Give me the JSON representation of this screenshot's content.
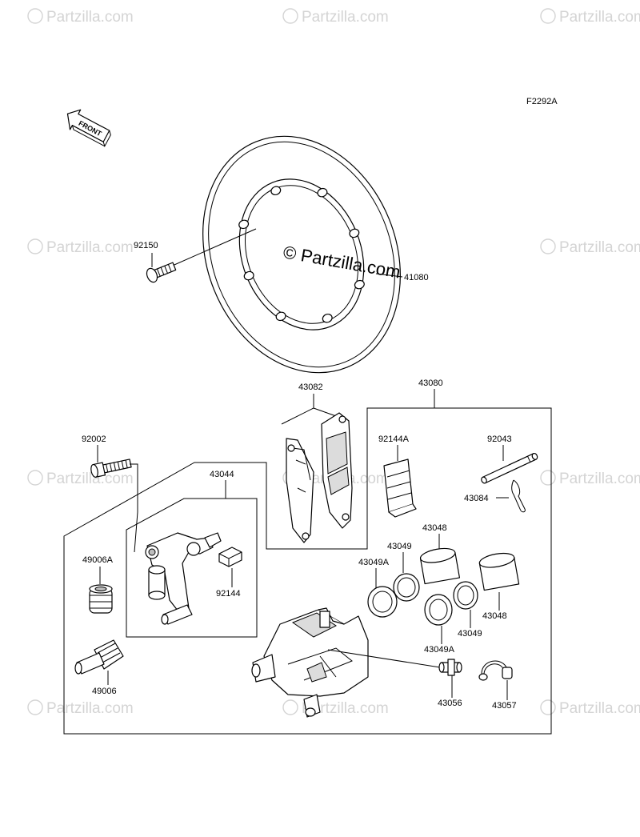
{
  "figure_code": "F2292A",
  "front_label": "FRONT",
  "watermark": "Partzilla.com",
  "center_watermark": "© Partzilla.com",
  "parts": {
    "p92150": "92150",
    "p41080": "41080",
    "p43082": "43082",
    "p43080": "43080",
    "p92002": "92002",
    "p43044": "43044",
    "p92144A": "92144A",
    "p92043": "92043",
    "p43084": "43084",
    "p43048_top": "43048",
    "p43049_top": "43049",
    "p43049A_top": "43049A",
    "p49006A": "49006A",
    "p92144": "92144",
    "p43048_bot": "43048",
    "p43049_bot": "43049",
    "p43049A_bot": "43049A",
    "p49006": "49006",
    "p43056": "43056",
    "p43057": "43057"
  }
}
